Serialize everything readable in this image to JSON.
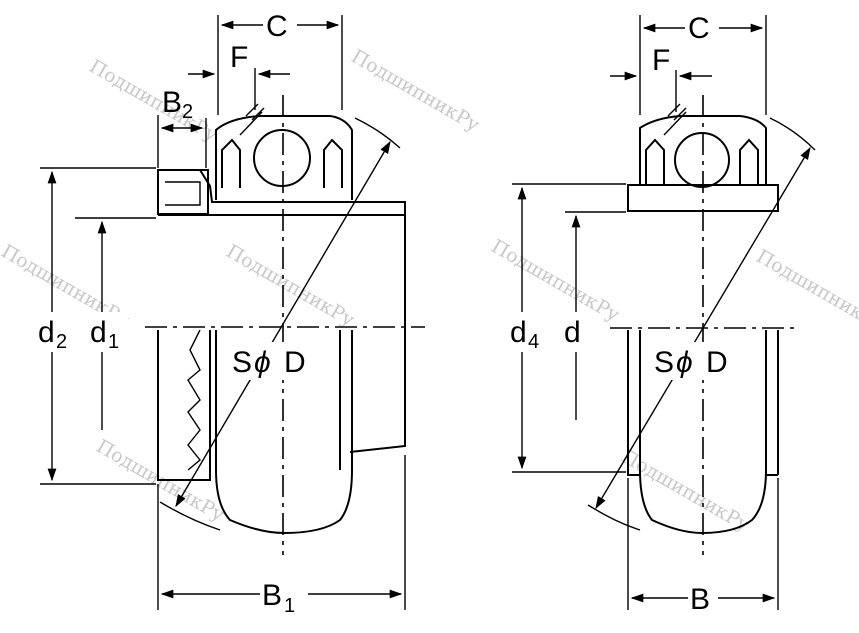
{
  "watermark": "ПодшипникРу",
  "left_bearing": {
    "dims": {
      "C": "C",
      "F": "F",
      "B": "B",
      "B_sub": "2",
      "d2": "d",
      "d2_sub": "2",
      "d1": "d",
      "d1_sub": "1",
      "S": "S",
      "phi": "ϕ",
      "D": "D",
      "B1": "B",
      "B1_sub": "1"
    }
  },
  "right_bearing": {
    "dims": {
      "C": "C",
      "F": "F",
      "d4": "d",
      "d4_sub": "4",
      "d": "d",
      "S": "S",
      "phi": "ϕ",
      "D": "D",
      "B": "B"
    }
  }
}
